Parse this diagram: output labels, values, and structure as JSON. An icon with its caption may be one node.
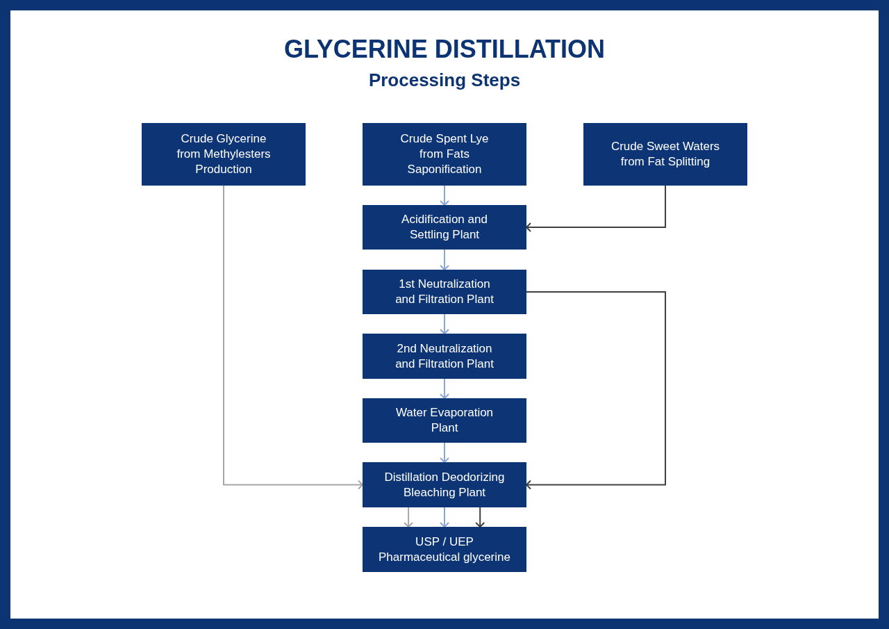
{
  "diagram": {
    "title": "GLYCERINE DISTILLATION",
    "nodes": [
      {
        "text": [
          "Crude Glycerine from Methylesters Production"
        ]
      },
      {
        "text": [
          "Crude Spent Lye from Fats Saponification"
        ]
      },
      {
        "text": [
          "Crude Sweet Waters from Fat Splitting"
        ]
      },
      {
        "text": [
          "Acidification and Settling Plant"
        ]
      },
      {
        "text": [
          "1st Neutralization and Filtration Plant"
        ]
      },
      {
        "text": [
          "2nd Neutralization and Filtration Plant"
        ]
      },
      {
        "text": [
          "Water Evaporation Plant"
        ]
      },
      {
        "text": [
          "Distillation Deodorizing Bleaching Plant"
        ]
      },
      {
        "text": [
          "USP / UEP Pharmaceutical glycerine"
        ]
      }
    ],
    "edges": [
      {
        "from": 0,
        "to": 7,
        "arrow": "to",
        "color": "#a6a6a6"
      },
      {
        "from": 1,
        "to": 3,
        "arrow": "to"
      },
      {
        "from": 2,
        "to": 3,
        "arrow": "to",
        "color": "#3f3f3f"
      },
      {
        "from": 3,
        "to": 4,
        "arrow": "to"
      },
      {
        "from": 4,
        "to": 5,
        "arrow": "to"
      },
      {
        "from": 5,
        "to": 6,
        "arrow": "to"
      },
      {
        "from": 6,
        "to": 7,
        "arrow": "to"
      },
      {
        "from": 4,
        "to": 7,
        "arrow": "to",
        "color": "#3f3f3f"
      },
      {
        "from": 7,
        "to": 8,
        "arrow": "to",
        "color": "#a6a6a6"
      },
      {
        "from": 7,
        "to": 8,
        "arrow": "to"
      },
      {
        "from": 7,
        "to": 8,
        "arrow": "to",
        "color": "#3f3f3f"
      }
    ],
    "labels": [
      "Processing Steps"
    ]
  }
}
